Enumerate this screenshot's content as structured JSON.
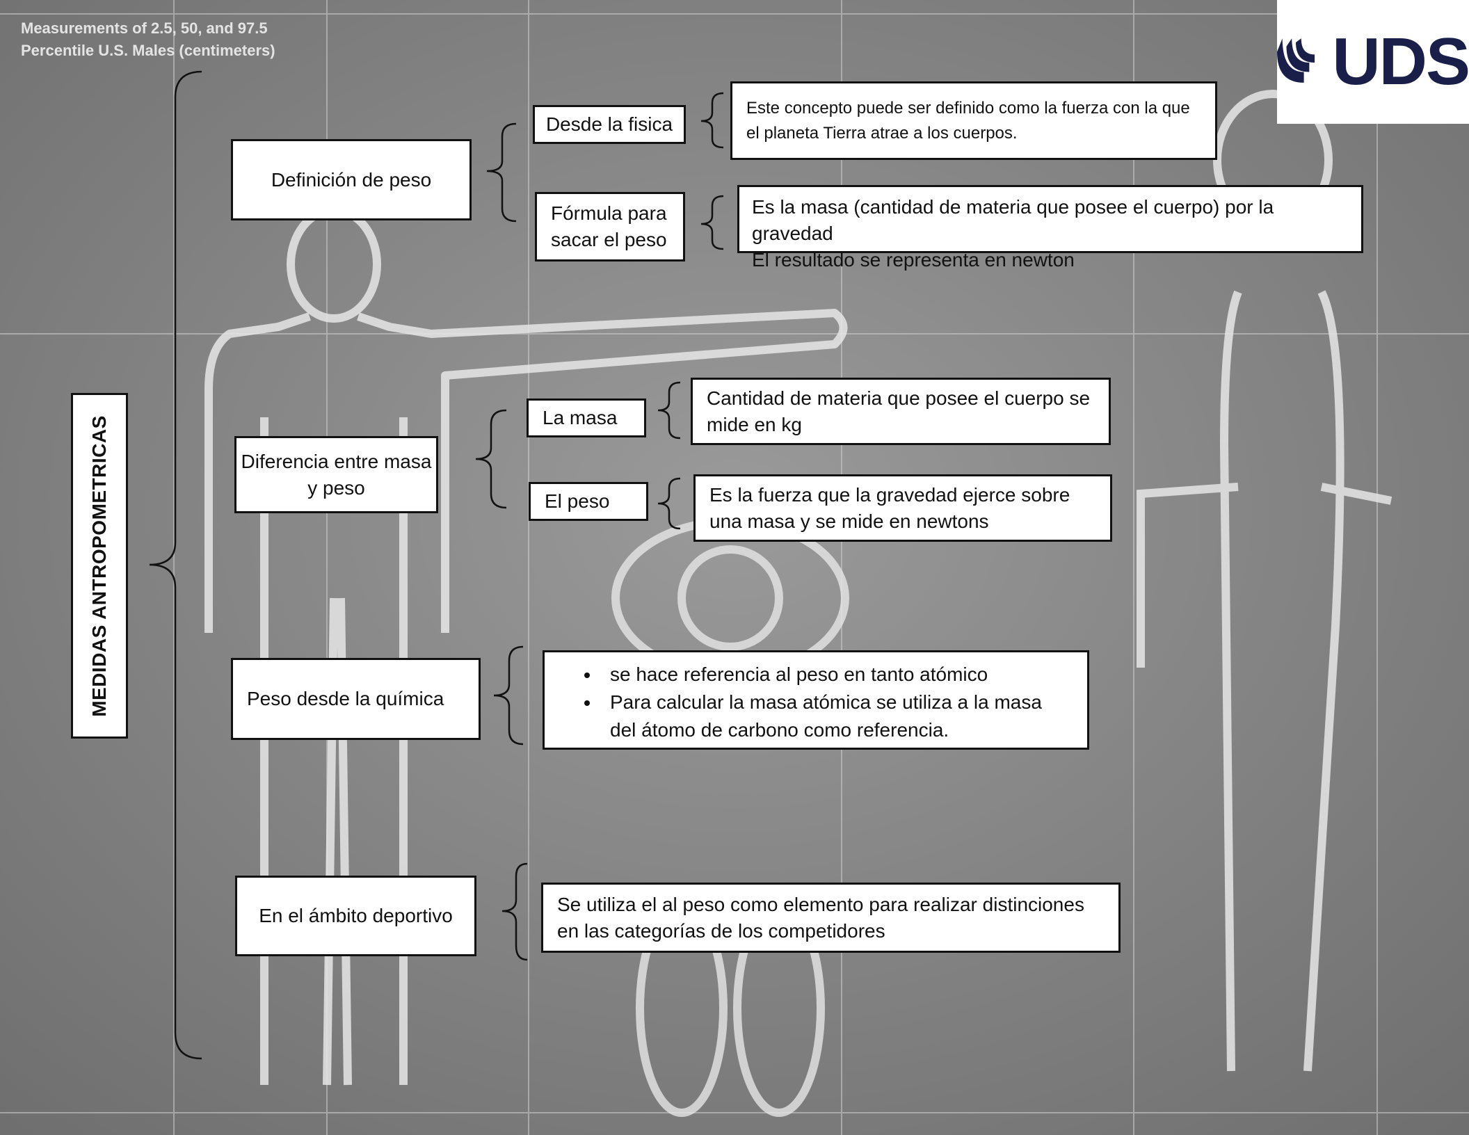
{
  "root": {
    "label": "MEDIDAS ANTROPOMETRICAS"
  },
  "logo": {
    "text": "UDS",
    "color": "#1a1f4a"
  },
  "background": {
    "caption_line1": "Measurements of 2.5, 50, and 97.5",
    "caption_line2": "Percentile U.S. Males (centimeters)"
  },
  "branches": {
    "definicion": {
      "label": "Definición de peso",
      "fisica": {
        "label": "Desde la fisica",
        "text": "Este concepto puede ser definido como la fuerza con la que el planeta Tierra atrae a los cuerpos."
      },
      "formula": {
        "label": "Fórmula para sacar el peso",
        "line1": "Es la masa (cantidad de materia que posee el cuerpo) por la gravedad",
        "line2": "El resultado se representa en newton"
      }
    },
    "diferencia": {
      "label": "Diferencia entre masa y peso",
      "masa": {
        "label": "La masa",
        "text": "Cantidad de materia que posee el cuerpo se mide en kg"
      },
      "peso": {
        "label": "El peso",
        "text": "Es la fuerza que la gravedad ejerce sobre una masa y se mide en newtons"
      }
    },
    "quimica": {
      "label": "Peso desde la química",
      "bullets": [
        "se hace referencia al peso en tanto atómico",
        "Para calcular la masa atómica se utiliza a la masa del átomo de carbono como referencia."
      ]
    },
    "deportivo": {
      "label": "En el ámbito deportivo",
      "text": "Se utiliza el al peso como elemento para realizar distinciones en las categorías de los competidores"
    }
  }
}
